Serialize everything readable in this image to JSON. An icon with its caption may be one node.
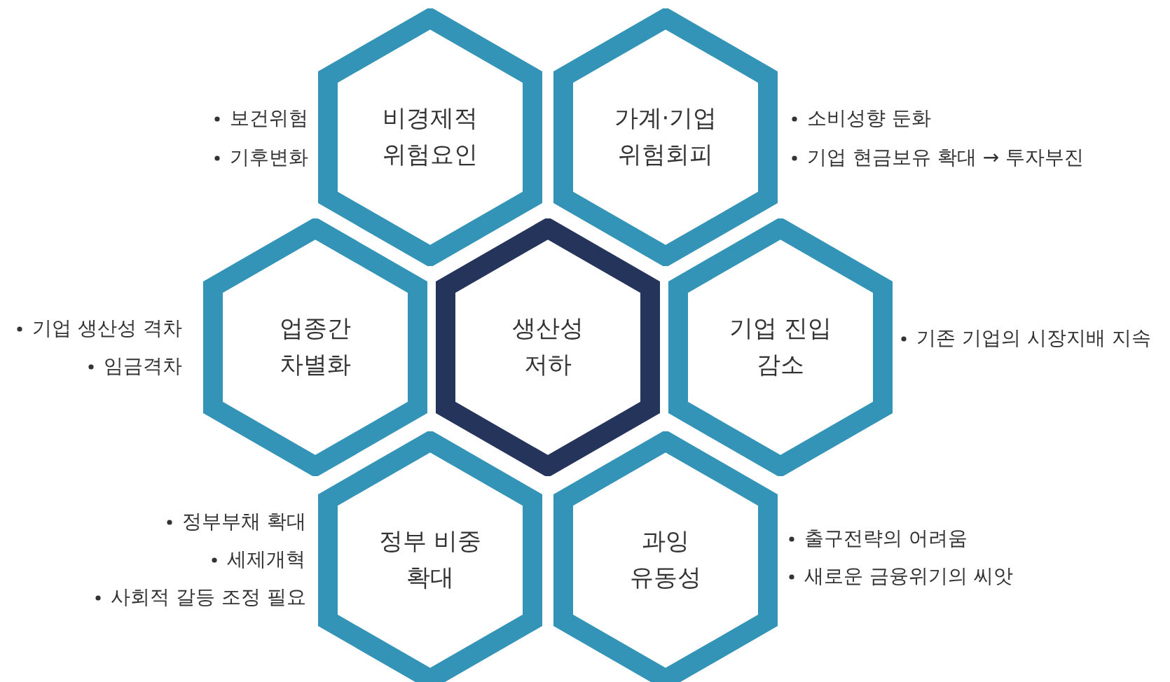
{
  "diagram": {
    "nodes": [
      {
        "text": [
          "비경제적 위험요인"
        ],
        "beside": [
          "보건위험",
          "기후변화"
        ]
      },
      {
        "text": [
          "가계·기업 위험회피"
        ],
        "beside": [
          "소비성향 둔화",
          "기업 현금보유 확대 → 투자부진"
        ]
      },
      {
        "text": [
          "업종간 차별화"
        ],
        "beside": [
          "기업 생산성 격차",
          "임금격차"
        ]
      },
      {
        "text": [
          "생산성 저하"
        ]
      },
      {
        "text": [
          "기업 진입 감소"
        ],
        "beside": [
          "기존 기업의 시장지배 지속"
        ]
      },
      {
        "text": [
          "정부 비중 확대"
        ],
        "beside": [
          "정부부채 확대",
          "세제개혁",
          "사회적 갈등 조정 필요"
        ]
      },
      {
        "text": [
          "과잉 유동성"
        ],
        "beside": [
          "출구전략의 어려움",
          "새로운 금융위기의 씨앗"
        ]
      }
    ]
  }
}
